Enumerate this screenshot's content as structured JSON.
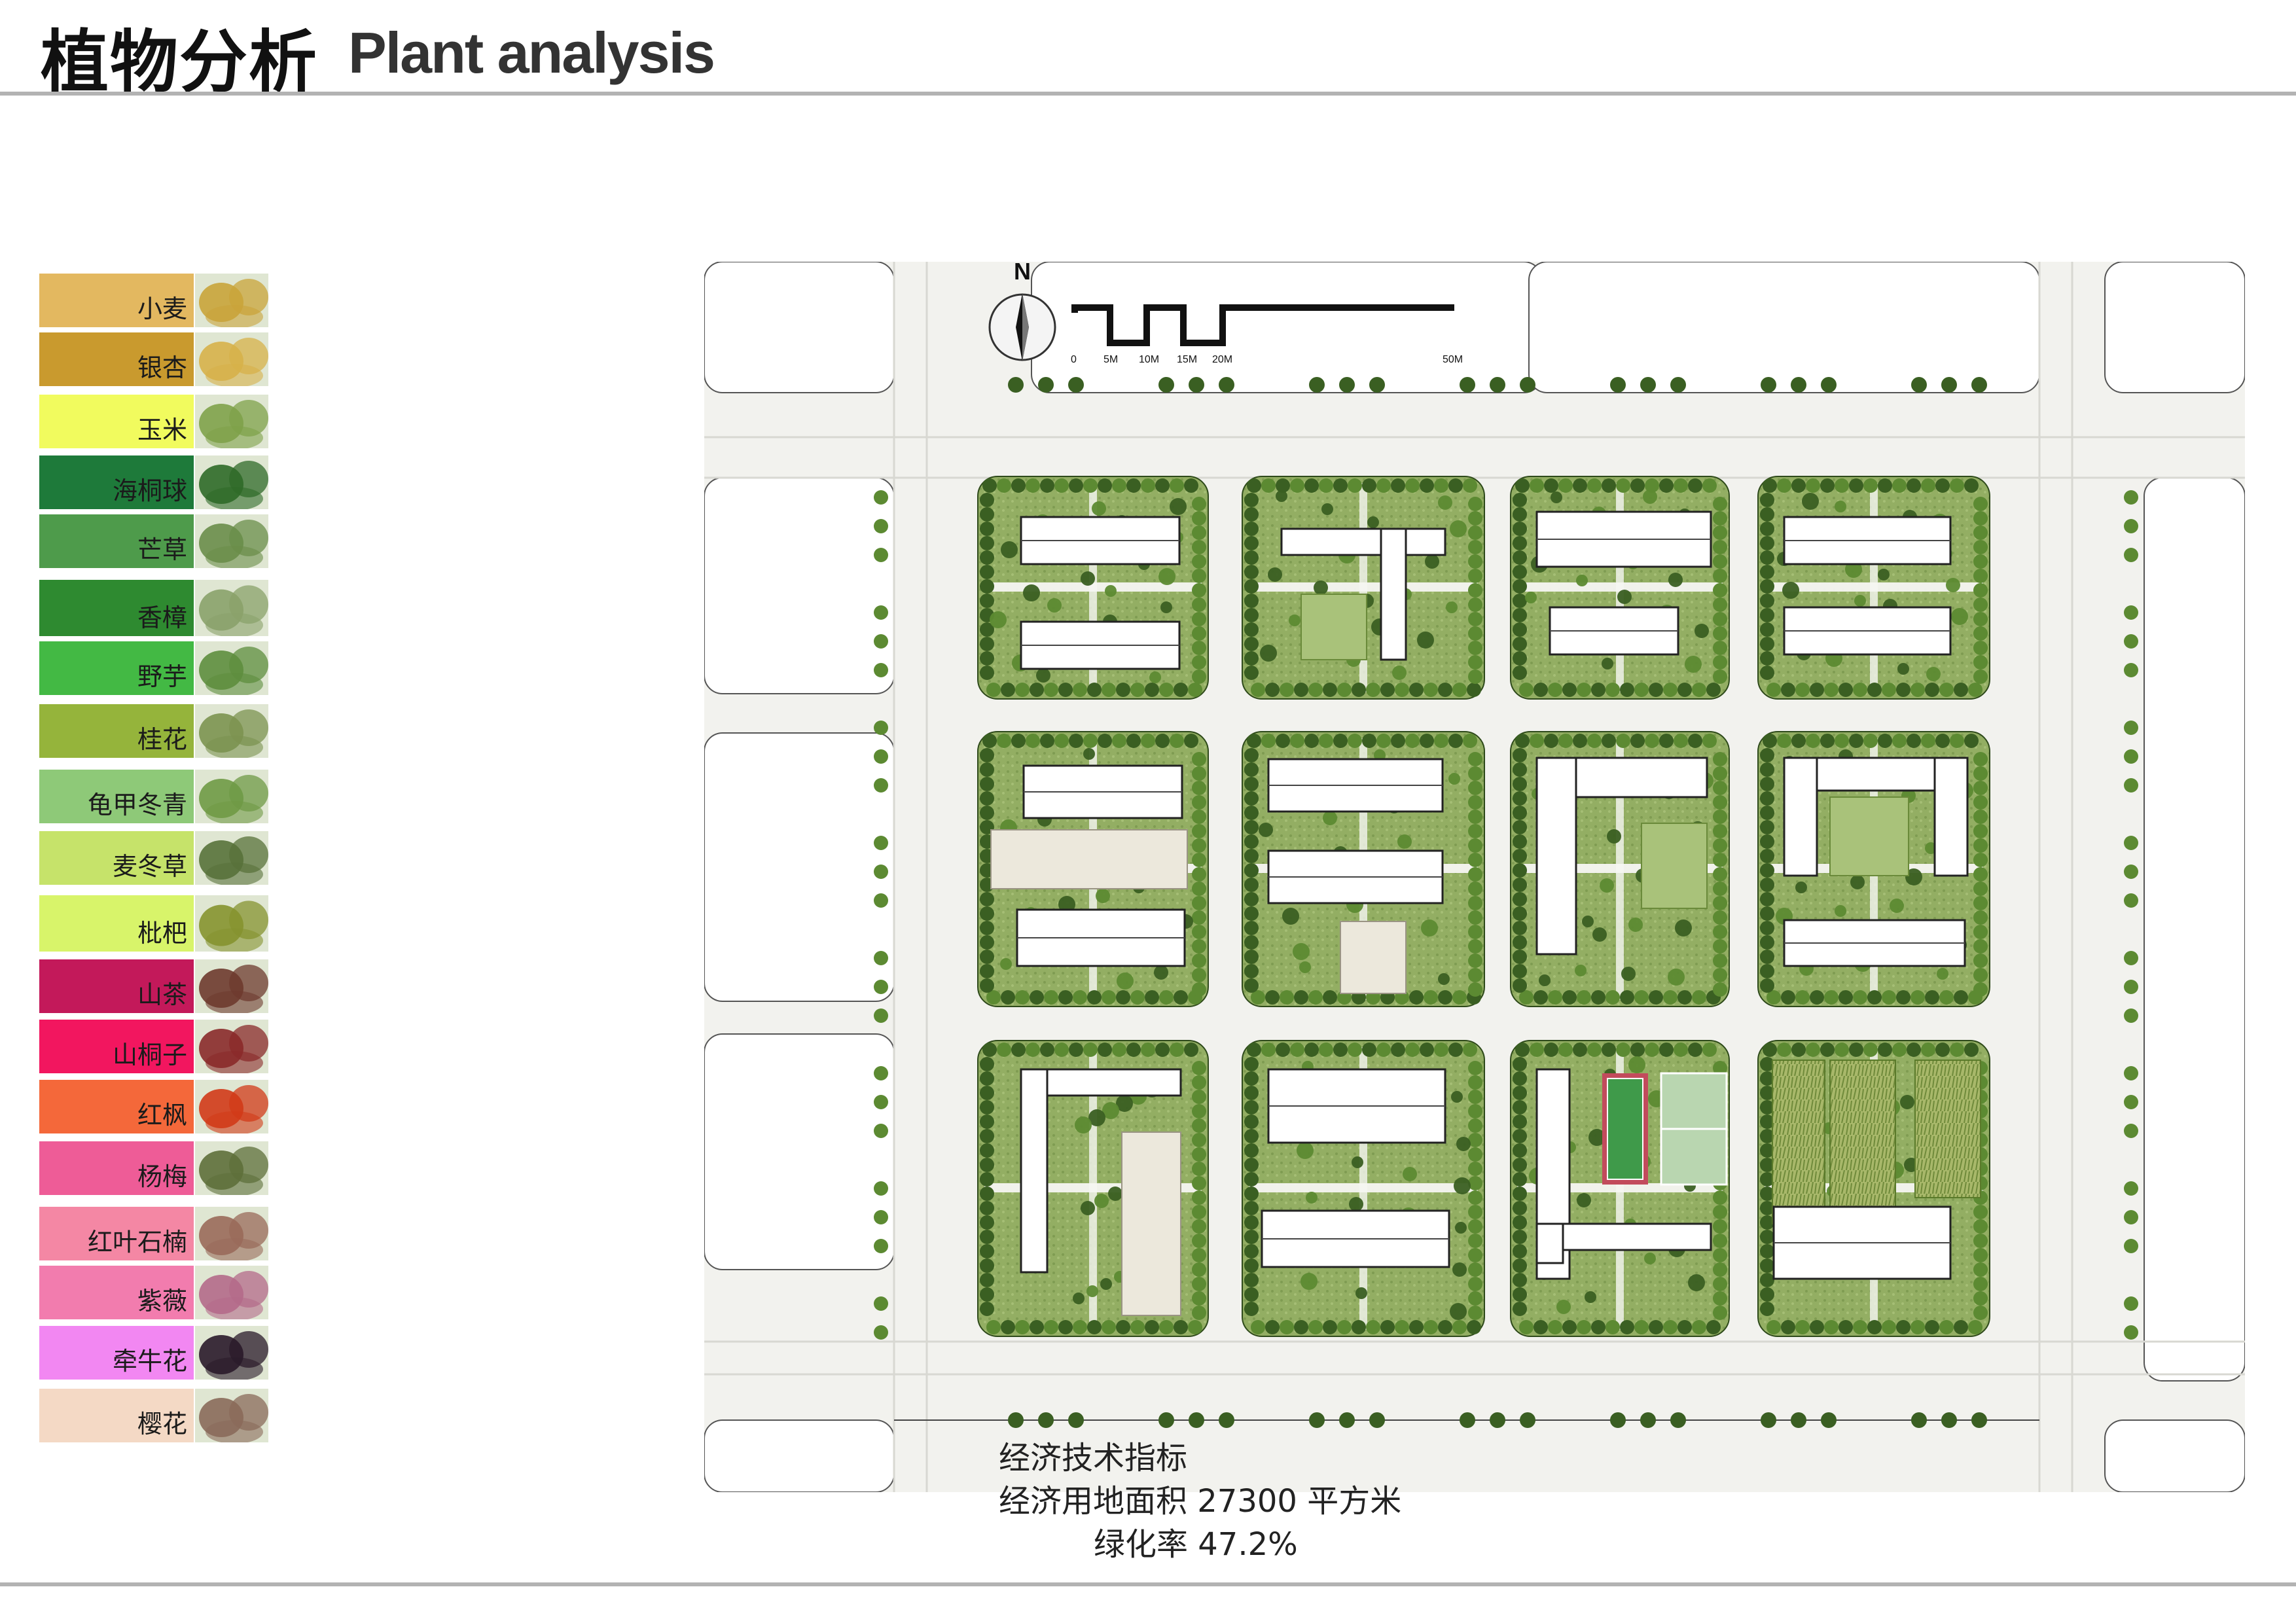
{
  "header": {
    "title_cn": "植物分析",
    "title_en": "Plant analysis"
  },
  "legend": {
    "items": [
      {
        "label": "小麦",
        "color": "#e3b860",
        "icon": "wheat-photo"
      },
      {
        "label": "银杏",
        "color": "#c99a2e",
        "icon": "ginkgo-photo"
      },
      {
        "label": "玉米",
        "color": "#f1fb5e",
        "icon": "corn-photo"
      },
      {
        "label": "海桐球",
        "color": "#1e7a3a",
        "icon": "pittosporum-ball-photo"
      },
      {
        "label": "芒草",
        "color": "#4e9b4b",
        "icon": "miscanthus-photo"
      },
      {
        "label": "香樟",
        "color": "#2e8a30",
        "icon": "camphor-tree-photo"
      },
      {
        "label": "野芋",
        "color": "#43b944",
        "icon": "wild-taro-photo"
      },
      {
        "label": "桂花",
        "color": "#95b43b",
        "icon": "osmanthus-photo"
      },
      {
        "label": "龟甲冬青",
        "color": "#8ec978",
        "icon": "japanese-holly-photo"
      },
      {
        "label": "麦冬草",
        "color": "#c6e36a",
        "icon": "mondo-grass-photo"
      },
      {
        "label": "枇杷",
        "color": "#d8f46a",
        "icon": "loquat-photo"
      },
      {
        "label": "山茶",
        "color": "#c3195a",
        "icon": "camellia-photo"
      },
      {
        "label": "山桐子",
        "color": "#f2165f",
        "icon": "idesia-photo"
      },
      {
        "label": "红枫",
        "color": "#f4683a",
        "icon": "red-maple-photo"
      },
      {
        "label": "杨梅",
        "color": "#ee5c97",
        "icon": "bayberry-photo"
      },
      {
        "label": "红叶石楠",
        "color": "#f487a4",
        "icon": "red-tip-photinia-photo"
      },
      {
        "label": "紫薇",
        "color": "#f27cae",
        "icon": "crape-myrtle-photo"
      },
      {
        "label": "牵牛花",
        "color": "#f287f2",
        "icon": "morning-glory-photo"
      },
      {
        "label": "樱花",
        "color": "#f4d9c5",
        "icon": "cherry-blossom-photo"
      }
    ]
  },
  "plan": {
    "north_label": "N",
    "scale_labels": [
      "0",
      "5M",
      "10M",
      "15M",
      "20M",
      "50M"
    ],
    "colors": {
      "road": "#f2f2ee",
      "block_base": "#8aa65a",
      "tree_dark": "#3a5f22",
      "tree_mid": "#5c8a32",
      "building": "#ffffff",
      "path": "#f6f6f2",
      "court_green": "#3f9a4a",
      "court_red": "#c24b5c"
    }
  },
  "stats": {
    "heading": "经济技术指标",
    "land_area": "经济用地面积 27300 平方米",
    "green_ratio": "绿化率 47.2%"
  }
}
